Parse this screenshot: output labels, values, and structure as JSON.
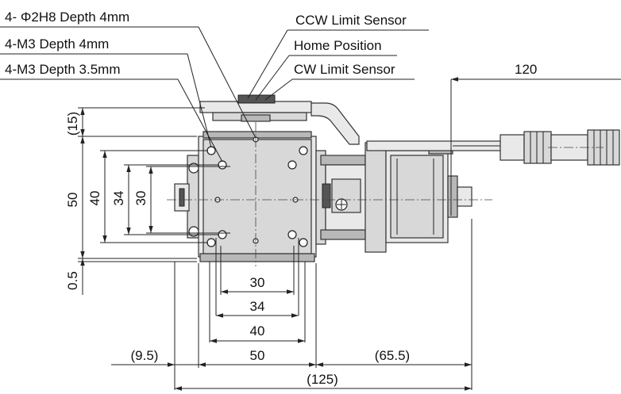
{
  "callouts": {
    "pin_holes": "4- Φ2H8 Depth 4mm",
    "m3_4mm": "4-M3 Depth 4mm",
    "m3_3_5mm": "4-M3 Depth 3.5mm",
    "ccw_sensor": "CCW Limit Sensor",
    "home_position": "Home Position",
    "cw_sensor": "CW Limit Sensor"
  },
  "dimensions": {
    "cable_length": "120",
    "top_offset": "(15)",
    "height_50": "50",
    "height_40": "40",
    "height_34": "34",
    "height_30": "30",
    "bottom_offset": "0.5",
    "width_30": "30",
    "width_34": "34",
    "width_40": "40",
    "width_50": "50",
    "left_offset": "(9.5)",
    "right_offset": "(65.5)",
    "overall": "(125)"
  },
  "colors": {
    "line": "#222222",
    "body_fill": "#d8d8d8"
  }
}
